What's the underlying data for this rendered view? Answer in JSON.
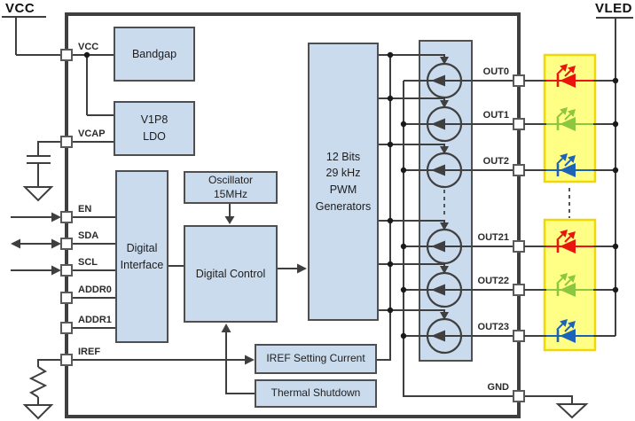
{
  "supplies": {
    "left": "VCC",
    "right": "VLED"
  },
  "ic": {
    "pins_left": [
      "VCC",
      "VCAP",
      "EN",
      "SDA",
      "SCL",
      "ADDR0",
      "ADDR1",
      "IREF"
    ],
    "pins_right": [
      "OUT0",
      "OUT1",
      "OUT2",
      "OUT21",
      "OUT22",
      "OUT23"
    ],
    "pin_gnd": "GND",
    "blocks": {
      "bandgap": "Bandgap",
      "ldo": "V1P8\nLDO",
      "digital_interface": "Digital\nInterface",
      "oscillator": "Oscillator\n15MHz",
      "digital_control": "Digital Control",
      "pwm_generators": "12 Bits\n29 kHz\nPWM\nGenerators",
      "iref_setting": "IREF Setting Current",
      "thermal_shutdown": "Thermal Shutdown"
    }
  },
  "leds": [
    {
      "channel": "OUT0",
      "color": "red"
    },
    {
      "channel": "OUT1",
      "color": "green"
    },
    {
      "channel": "OUT2",
      "color": "blue"
    },
    {
      "channel": "OUT21",
      "color": "red"
    },
    {
      "channel": "OUT22",
      "color": "green"
    },
    {
      "channel": "OUT23",
      "color": "blue"
    }
  ],
  "colors": {
    "wire": "#3f3f3f",
    "block_fill": "#cbdbee",
    "block_border": "#4f4f4f",
    "led_red": "#e8150d",
    "led_green": "#8dc63f",
    "led_blue": "#1c63b7",
    "highlight_fill": "#ffff85",
    "highlight_border": "#f0d800"
  }
}
